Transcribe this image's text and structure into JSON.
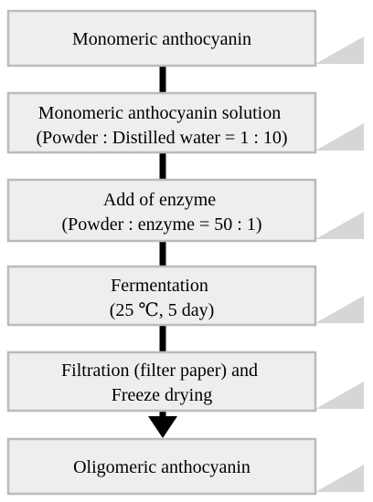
{
  "flowchart": {
    "steps": [
      {
        "lines": [
          "Monomeric anthocyanin"
        ]
      },
      {
        "lines": [
          "Monomeric anthocyanin solution",
          "(Powder : Distilled water = 1 : 10)"
        ]
      },
      {
        "lines": [
          "Add of enzyme",
          "(Powder : enzyme = 50 :  1)"
        ]
      },
      {
        "lines": [
          "Fermentation",
          "(25 ℃, 5 day)"
        ]
      },
      {
        "lines": [
          "Filtration (filter paper) and",
          "Freeze drying"
        ]
      },
      {
        "lines": [
          "Oligomeric anthocyanin"
        ]
      }
    ]
  },
  "colors": {
    "box_fill": "#eeeeee",
    "box_border": "#bbbbbb",
    "shadow": "#d6d6d6",
    "connector": "#000000",
    "text": "#000000"
  }
}
